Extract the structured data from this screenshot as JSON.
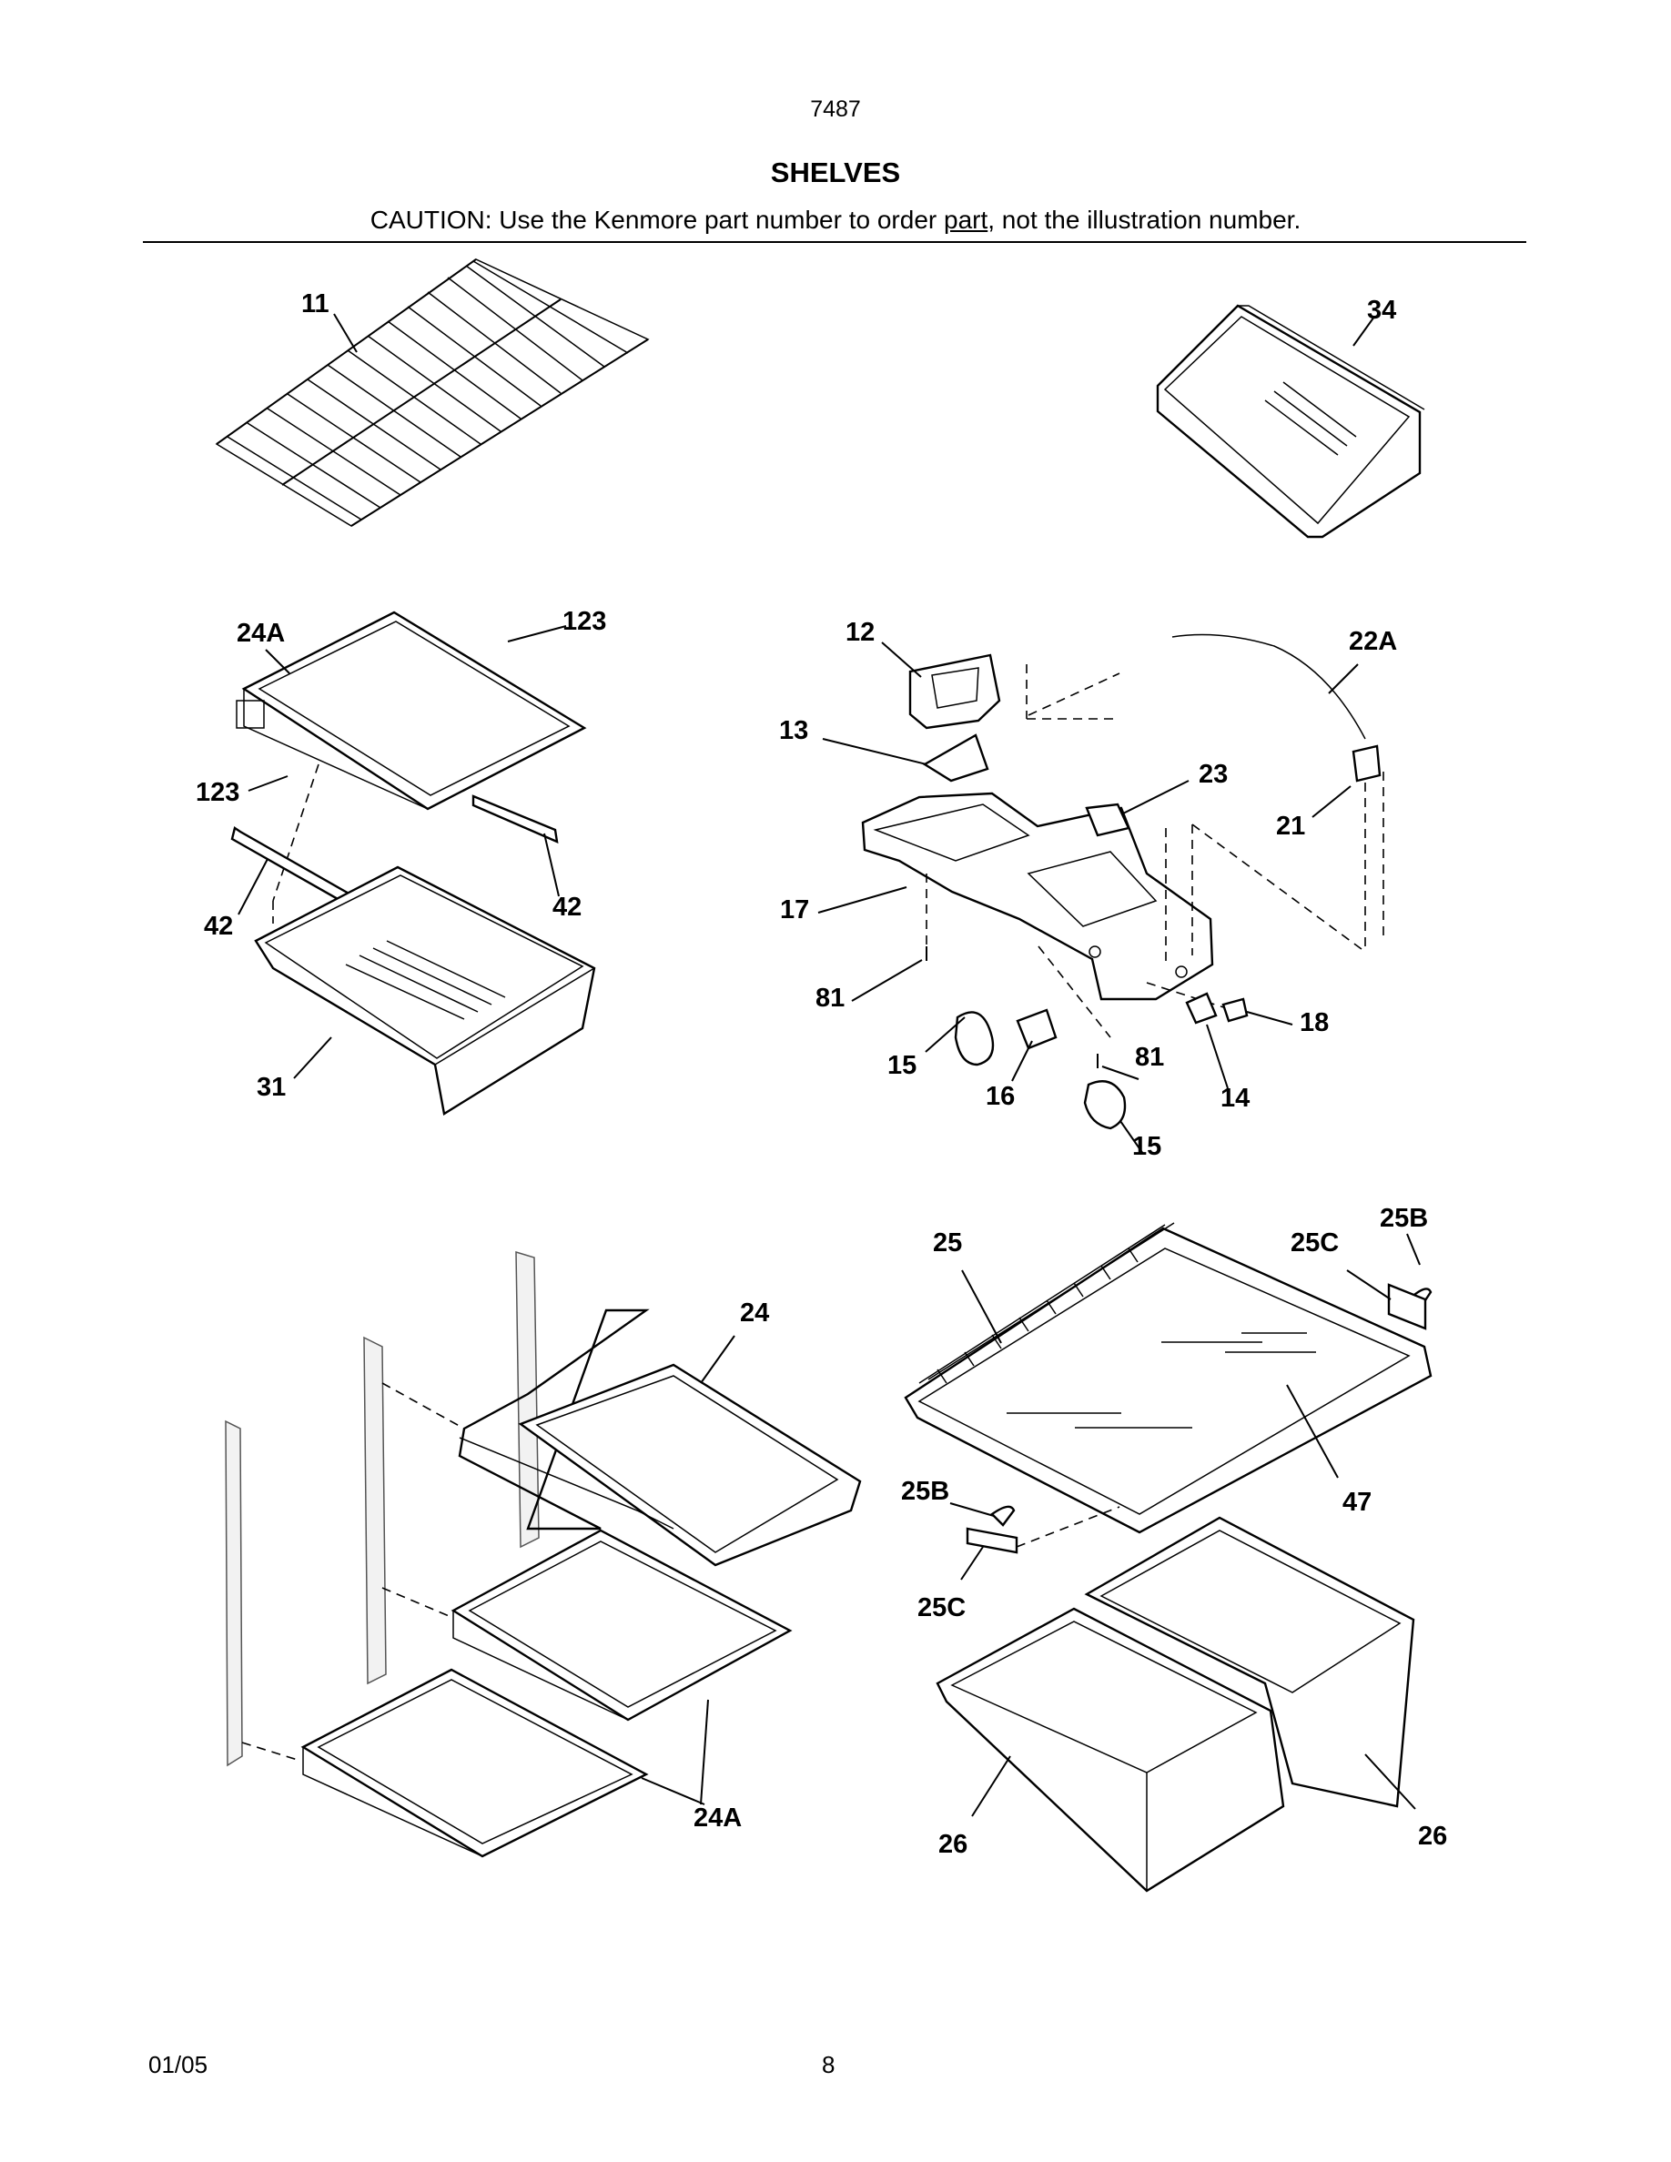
{
  "header": {
    "model_number": "7487",
    "section_title": "SHELVES",
    "caution_before": "CAUTION: Use the Kenmore part number to order ",
    "caution_underlined": "part",
    "caution_after": ", not the illustration number."
  },
  "footer": {
    "date": "01/05",
    "page_number": "8"
  },
  "callouts": {
    "c11": "11",
    "c34": "34",
    "c24a_top": "24A",
    "c123_top": "123",
    "c123_left": "123",
    "c42_right": "42",
    "c42_left": "42",
    "c31": "31",
    "c12": "12",
    "c13": "13",
    "c22a": "22A",
    "c23": "23",
    "c21": "21",
    "c17": "17",
    "c81_left": "81",
    "c18": "18",
    "c81_right": "81",
    "c15_left": "15",
    "c16": "16",
    "c14": "14",
    "c15_bottom": "15",
    "c24": "24",
    "c24a_bottom": "24A",
    "c25": "25",
    "c25c_top": "25C",
    "c25b_top": "25B",
    "c47": "47",
    "c25b_mid": "25B",
    "c25c_mid": "25C",
    "c26_left": "26",
    "c26_right": "26"
  }
}
